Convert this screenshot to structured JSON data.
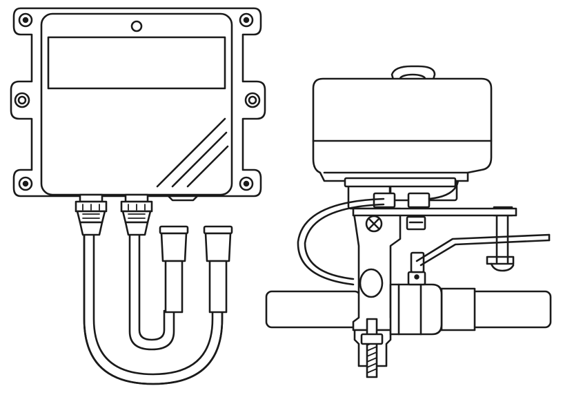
{
  "illustration": {
    "line_color": "#1a1a1a",
    "background_color": "#ffffff",
    "components": [
      "controller-enclosure",
      "cable-glands",
      "sensor-probes",
      "motorized-valve-actuator",
      "ball-valve",
      "pipe-clamp",
      "pipe"
    ]
  }
}
